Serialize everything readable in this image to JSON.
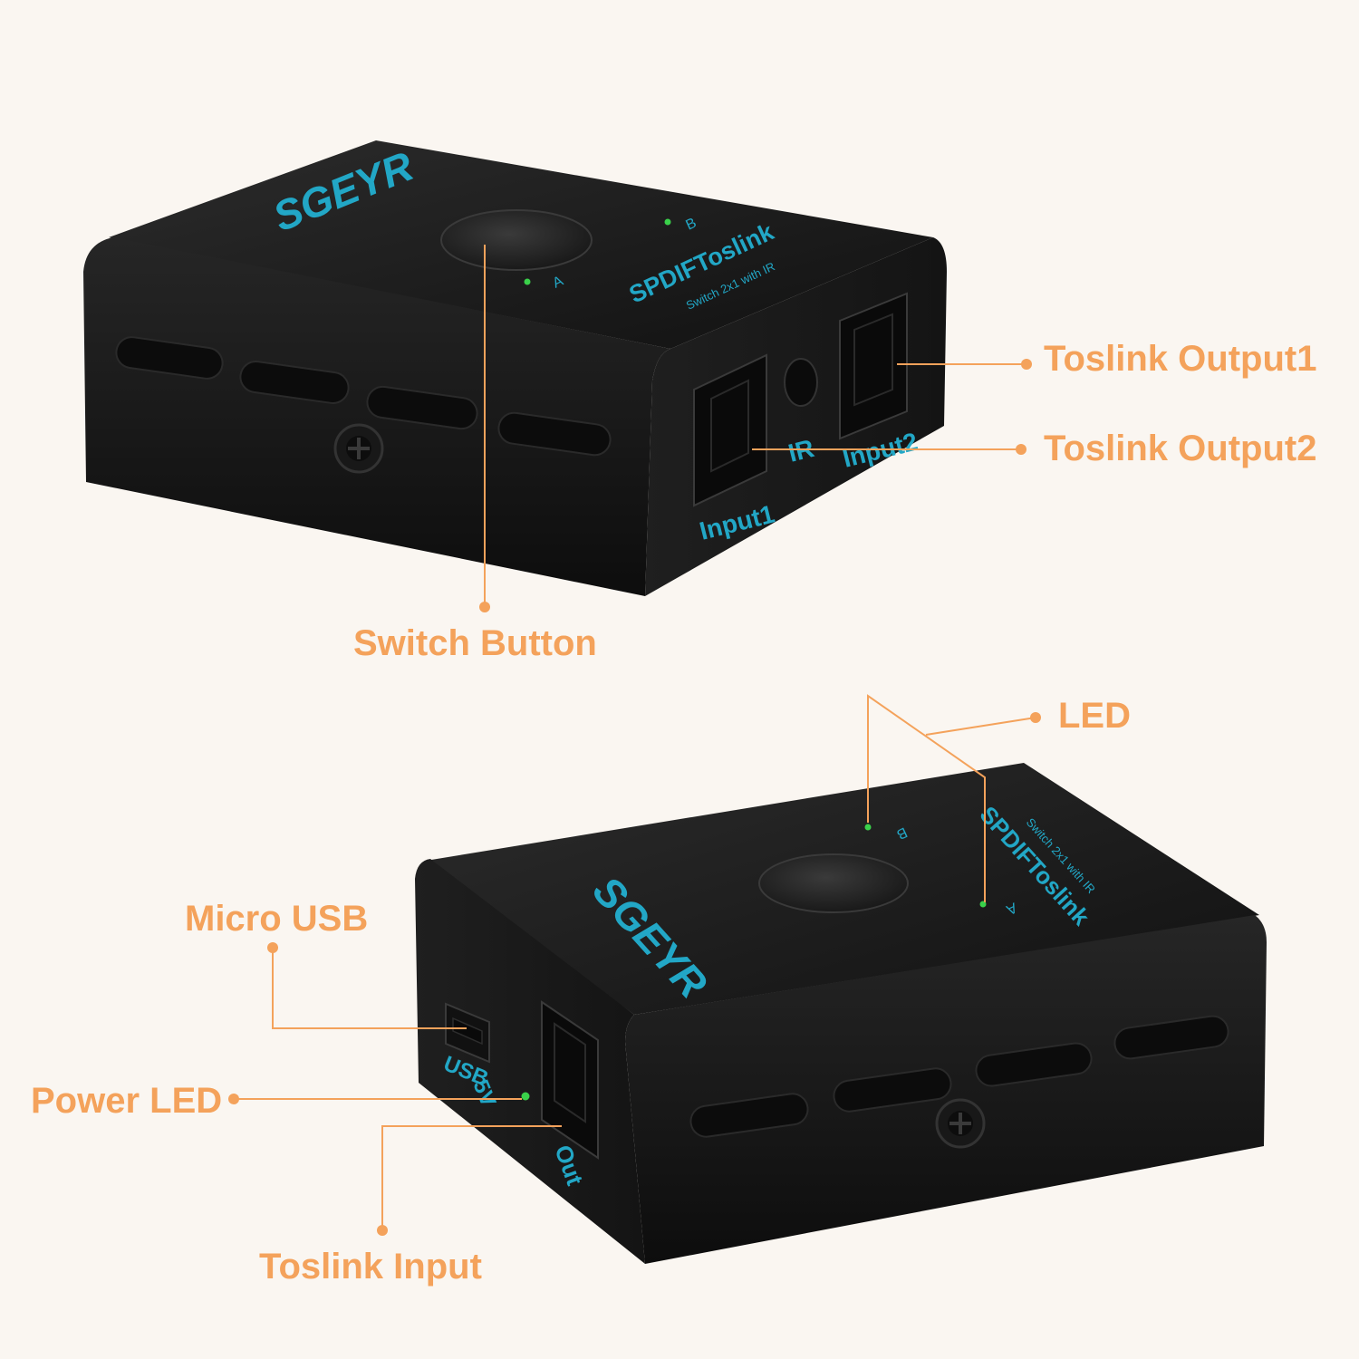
{
  "colors": {
    "background": "#faf6f1",
    "callout": "#f4a25b",
    "device_body": "#1a1a1a",
    "device_print": "#22a7c6",
    "led": "#2ecc40"
  },
  "device_top": {
    "brand": "SGEYR",
    "model": "SPDIFToslink",
    "model_sub": "Switch 2x1 with IR",
    "led_a_label": "A",
    "led_b_label": "B",
    "port_input1_label": "Input1",
    "port_ir_label": "IR",
    "port_input2_label": "Input2"
  },
  "device_bottom": {
    "brand": "SGEYR",
    "model": "SPDIFToslink",
    "model_sub": "Switch 2x1 with IR",
    "led_a_label": "A",
    "led_b_label": "B",
    "usb_label": "USB",
    "usb_voltage_label": "5V",
    "port_out_label": "Out"
  },
  "callouts": {
    "toslink_output1": "Toslink Output1",
    "toslink_output2": "Toslink Output2",
    "switch_button": "Switch Button",
    "led": "LED",
    "micro_usb": "Micro USB",
    "power_led": "Power LED",
    "toslink_input": "Toslink Input"
  }
}
